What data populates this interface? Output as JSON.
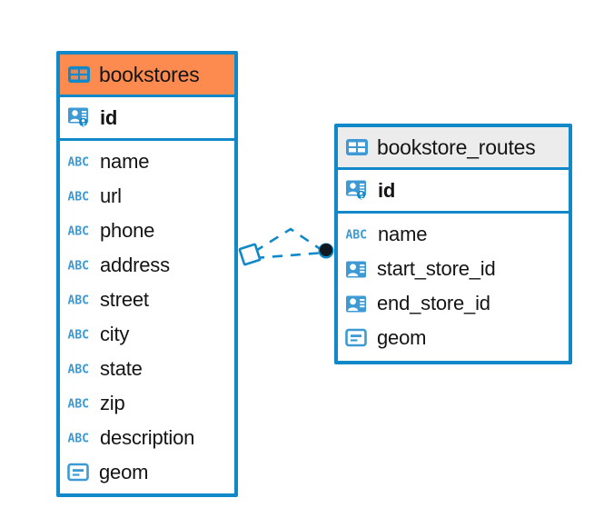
{
  "diagram": {
    "type": "entity-relationship-diagram",
    "background": "#ffffff",
    "accent_color": "#1189c9",
    "highlight_color": "#fd8b4f",
    "header_plain_color": "#ececec",
    "text_color": "#141414"
  },
  "entities": [
    {
      "id": "bookstores",
      "name": "bookstores",
      "header_style": "accent",
      "icon": "table-icon",
      "primary_key": {
        "name": "id",
        "icon": "primary-key-icon",
        "type": "key"
      },
      "fields": [
        {
          "name": "name",
          "icon": "abc-icon",
          "type": "text"
        },
        {
          "name": "url",
          "icon": "abc-icon",
          "type": "text"
        },
        {
          "name": "phone",
          "icon": "abc-icon",
          "type": "text"
        },
        {
          "name": "address",
          "icon": "abc-icon",
          "type": "text"
        },
        {
          "name": "street",
          "icon": "abc-icon",
          "type": "text"
        },
        {
          "name": "city",
          "icon": "abc-icon",
          "type": "text"
        },
        {
          "name": "state",
          "icon": "abc-icon",
          "type": "text"
        },
        {
          "name": "zip",
          "icon": "abc-icon",
          "type": "text"
        },
        {
          "name": "description",
          "icon": "abc-icon",
          "type": "text"
        },
        {
          "name": "geom",
          "icon": "geom-icon",
          "type": "geometry"
        }
      ]
    },
    {
      "id": "bookstore_routes",
      "name": "bookstore_routes",
      "header_style": "plain",
      "icon": "table-icon",
      "primary_key": {
        "name": "id",
        "icon": "primary-key-icon",
        "type": "key"
      },
      "fields": [
        {
          "name": "name",
          "icon": "abc-icon",
          "type": "text"
        },
        {
          "name": "start_store_id",
          "icon": "foreign-key-icon",
          "type": "reference"
        },
        {
          "name": "end_store_id",
          "icon": "foreign-key-icon",
          "type": "reference"
        },
        {
          "name": "geom",
          "icon": "geom-icon",
          "type": "geometry"
        }
      ]
    }
  ],
  "relationship": {
    "name": "bookstores-to-bookstore-routes",
    "style": "dashed",
    "color": "#1189c9",
    "source_marker": "diamond",
    "target_marker": "filled-circle",
    "link_count": 2
  }
}
